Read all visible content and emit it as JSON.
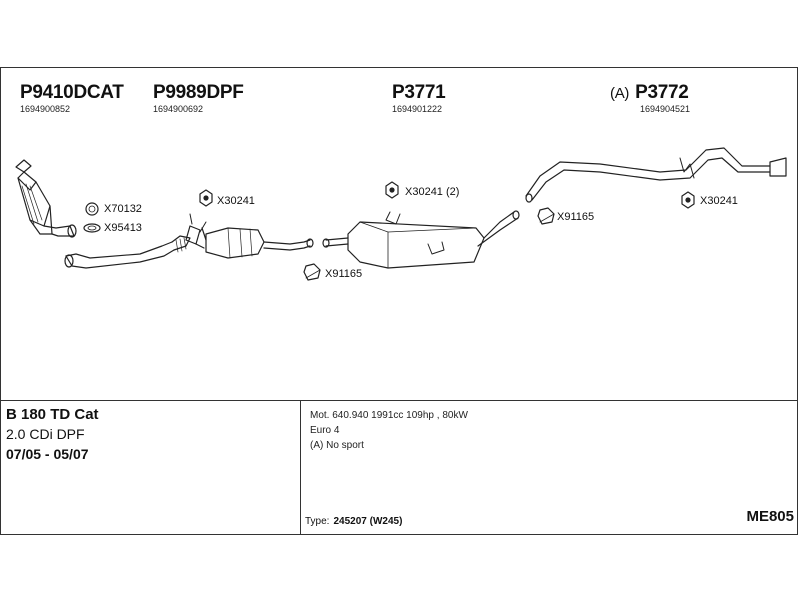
{
  "parts": [
    {
      "label": "P9410DCAT",
      "number": "1694900852",
      "prefix": ""
    },
    {
      "label": "P9989DPF",
      "number": "1694900692",
      "prefix": ""
    },
    {
      "label": "P3771",
      "number": "1694901222",
      "prefix": ""
    },
    {
      "label": "P3772",
      "number": "1694904521",
      "prefix": "(A)"
    }
  ],
  "fittings": {
    "x70132": "X70132",
    "x95413": "X95413",
    "x30241_a": "X30241",
    "x91165_a": "X91165",
    "x30241_2": "X30241 (2)",
    "x91165_b": "X91165",
    "x30241_b": "X30241"
  },
  "vehicle": {
    "model": "B 180 TD Cat",
    "engine": "2.0 CDi DPF",
    "years": "07/05 - 05/07"
  },
  "specs": {
    "line1": "Mot. 640.940 1991cc 109hp , 80kW",
    "line2": "Euro 4",
    "line3": "(A) No sport",
    "type_label": "Type:",
    "type_value": "245207 (W245)"
  },
  "catalog_code": "ME805"
}
